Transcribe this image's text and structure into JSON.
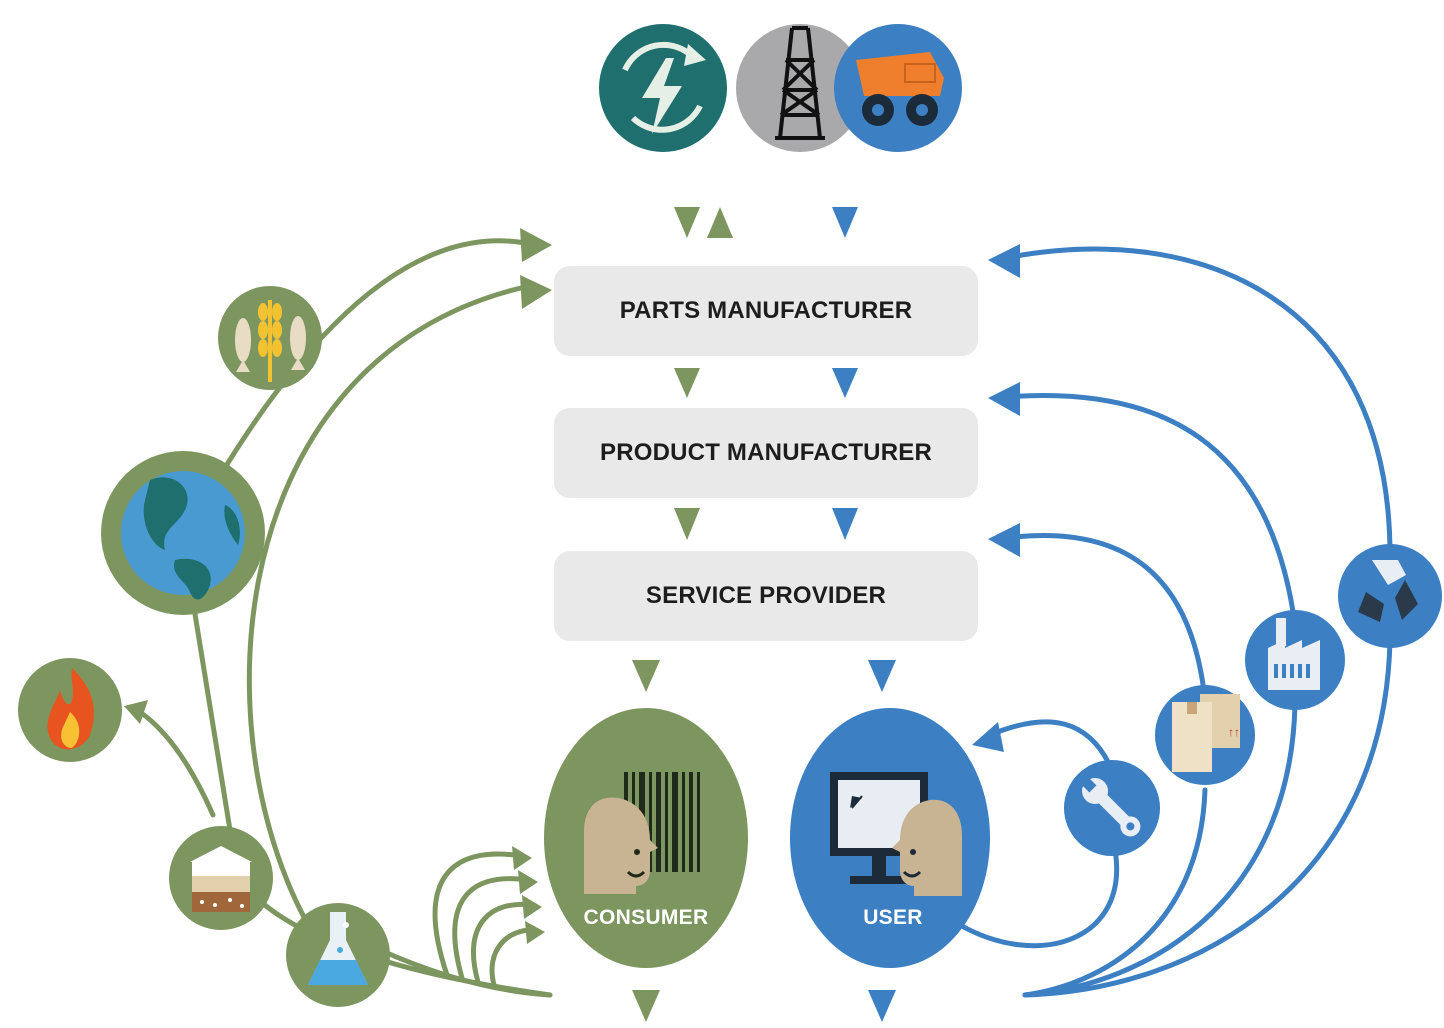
{
  "colors": {
    "green": "#7d9660",
    "blue": "#3c7fc3",
    "teal": "#1f6f6f",
    "grey": "#a9a9ab",
    "box_fill": "#e9e9e9",
    "text_dark": "#1d1d1d"
  },
  "stages": {
    "parts": "PARTS MANUFACTURER",
    "product": "PRODUCT MANUFACTURER",
    "service": "SERVICE PROVIDER"
  },
  "roles": {
    "consumer": "CONSUMER",
    "user": "USER"
  },
  "icons": {
    "top": [
      "renewable-energy-icon",
      "oil-derrick-icon",
      "mining-truck-icon"
    ],
    "biological": [
      "crops-fish-icon",
      "globe-icon",
      "fire-icon",
      "soil-icon",
      "flask-icon"
    ],
    "technical": [
      "wrench-icon",
      "boxes-icon",
      "factory-icon",
      "recycle-icon"
    ]
  }
}
